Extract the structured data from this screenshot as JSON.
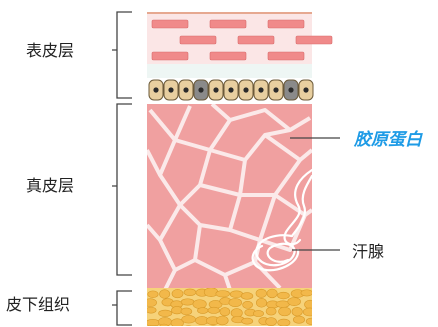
{
  "layers": {
    "epidermis": "表皮层",
    "dermis": "真皮层",
    "hypodermis": "皮下组织"
  },
  "callouts": {
    "collagen": "胶原蛋白",
    "sweat_gland": "汗腺"
  },
  "colors": {
    "accent": "#1e9be6",
    "bracket": "#444444",
    "dermis": "#f0a0a0",
    "fiber": "#fbe9e9",
    "fat": "#f2b84a",
    "fat_bg": "#f6d27a",
    "brick": "#f08a8a",
    "epidermis_bg": "#fbe6e6",
    "cell": "#e8cfa0",
    "cell_dark": "#8a8a8a"
  }
}
